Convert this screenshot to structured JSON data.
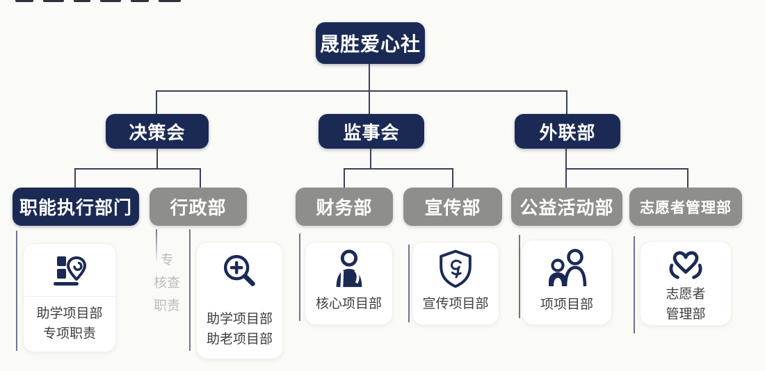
{
  "palette": {
    "navy": "#1b2a55",
    "gray": "#8e8e8a",
    "background": "#fafaf6",
    "connector": "#3a4156",
    "caption_text": "#3d3d3d",
    "faded_text": "#bdbdb7"
  },
  "root": {
    "label": "晟胜爱心社"
  },
  "branches": [
    {
      "label": "决策会"
    },
    {
      "label": "监事会"
    },
    {
      "label": "外联部"
    }
  ],
  "departments": [
    {
      "label": "职能执行部门",
      "style": "navy"
    },
    {
      "label": "行政部",
      "style": "gray"
    },
    {
      "label": "财务部",
      "style": "gray"
    },
    {
      "label": "宣传部",
      "style": "gray"
    },
    {
      "label": "公益活动部",
      "style": "gray"
    },
    {
      "label": "志愿者管理部",
      "style": "gray"
    }
  ],
  "cards": [
    {
      "icon": "building-location-icon",
      "lines": [
        "助学项目部",
        "专项职责"
      ]
    },
    {
      "icon": "zoom-plus-icon",
      "lines": [
        "助学项目部",
        "助老项目部"
      ]
    },
    {
      "icon": "person-icon",
      "lines": [
        "核心项目部"
      ]
    },
    {
      "icon": "shield-emblem-icon",
      "lines": [
        "宣传项目部"
      ]
    },
    {
      "icon": "people-icon",
      "lines": [
        "项项目部"
      ]
    },
    {
      "icon": "heart-hands-icon",
      "lines": [
        "志愿者",
        "管理部"
      ]
    }
  ],
  "faded_text": [
    "专",
    "核查",
    "职责"
  ]
}
